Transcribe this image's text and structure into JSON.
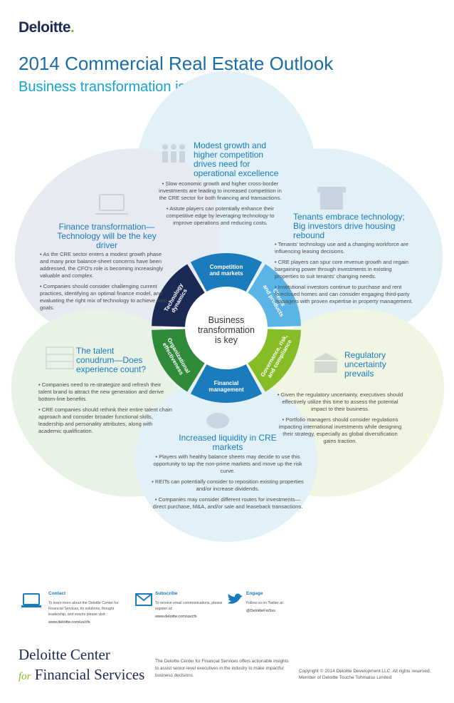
{
  "brand": {
    "name": "Deloitte",
    "dot": ".",
    "accent": "#86bc25",
    "navy": "#1b2a55"
  },
  "header": {
    "title": "2014 Commercial Real Estate Outlook",
    "subtitle": "Business transformation is key"
  },
  "center": {
    "label_lines": [
      "Business",
      "transformation",
      "is key"
    ]
  },
  "wheel": {
    "segments": [
      {
        "label_lines": [
          "Competition",
          "and markets"
        ],
        "color": "#1a7bbd"
      },
      {
        "label_lines": [
          "Clients",
          "and products"
        ],
        "color": "#5ab4e6"
      },
      {
        "label_lines": [
          "Governance, risk,",
          "and compliance"
        ],
        "color": "#86bc25"
      },
      {
        "label_lines": [
          "Financial",
          "management"
        ],
        "color": "#1a7bbd"
      },
      {
        "label_lines": [
          "Organizational",
          "effectiveness"
        ],
        "color": "#2f8a3a"
      },
      {
        "label_lines": [
          "Technology",
          "dynamics"
        ],
        "color": "#1b2a55"
      }
    ]
  },
  "petals": {
    "top": {
      "title": "Modest growth and higher competition drives need for operational excellence",
      "bullets": [
        "• Slow economic growth and higher cross-border investments are leading to increased competition in the CRE sector for both financing and transactions.",
        "• Astute players can potentially enhance their competitive edge by leveraging technology to improve operations and reducing costs."
      ],
      "icon": "people-icon"
    },
    "top_left": {
      "title": "Finance transformation—Technology will be the key driver",
      "bullets": [
        "• As the CRE sector enters a modest growth phase and many prior balance-sheet concerns have been addressed, the CFO's role is becoming increasingly valuable and complex.",
        "• Companies should consider challenging current practices, identifying an optimal finance model, and evaluating the right mix of technology to achieve their goals."
      ],
      "icon": "laptop-icon"
    },
    "top_right": {
      "title": "Tenants embrace technology; Big investors drive housing rebound",
      "bullets": [
        "• Tenants' technology use and a changing workforce are influencing leasing decisions.",
        "• CRE players can spur core revenue growth and regain bargaining power through investments in existing properties to suit tenants' changing needs.",
        "• Institutional investors continue to purchase and rent foreclosed homes and can consider engaging third-party managers with proven expertise in property management."
      ],
      "icon": "gift-icon"
    },
    "bottom_left": {
      "title": "The talent conudrum—Does experience count?",
      "bullets": [
        "• Companies need to re-strategize and refresh their talent brand to attract the new generation and derive bottom-line benefits.",
        "• CRE companies should rethink their entire talent chain approach and consider broader functional skills, leadership and personality attributes, along with academic qualification."
      ],
      "icon": "abacus-icon"
    },
    "bottom_right": {
      "title": "Regulatory uncertainty prevails",
      "bullets": [
        "• Given the regulatory uncertainty, executives should effectively utilize this time to assess the potential impact to their business.",
        "• Portfolio managers should consider regulations impacting international investments while designing their strategy, especially as global diversification gains traction."
      ],
      "icon": "building-icon"
    },
    "bottom": {
      "title": "Increased liquidity in CRE markets",
      "bullets": [
        "• Players with healthy balance sheets may decide to use this opportunity to tap the non-prime markets and move up the risk curve.",
        "• REITs can potentially consider to reposition existing properties and/or increase dividends.",
        "• Companies may consider different routes for investments—direct purchase, M&A, and/or sale and leaseback transactions."
      ],
      "icon": "piggy-bank-icon"
    }
  },
  "footer": {
    "contact": {
      "title": "Contact",
      "text": "To learn more about the Deloitte Center for Financial Services, its solutions, thought leadership, and events please visit:",
      "link": "www.deloitte.com/us/cfs",
      "icon": "laptop-icon"
    },
    "subscribe": {
      "title": "Subscribe",
      "text": "To receive email communications, please register at:",
      "link": "www.deloitte.com/us/cfs",
      "icon": "envelope-icon"
    },
    "engage": {
      "title": "Engage",
      "text": "Follow us on Twitter at:",
      "link": "@DeloitteFinSvs",
      "icon": "twitter-bird-icon"
    }
  },
  "bottom": {
    "center_line1": "Deloitte Center",
    "center_for": "for",
    "center_line2": "Financial Services",
    "note": "The Deloitte Center for Financial Services offers actionable insights to assist senior-level executives in the industry to make impactful business decisions.",
    "copyright": "Copyright © 2014 Deloitte Development LLC. All rights reserved. Member of Deloitte Touche Tohmatsu Limited"
  }
}
